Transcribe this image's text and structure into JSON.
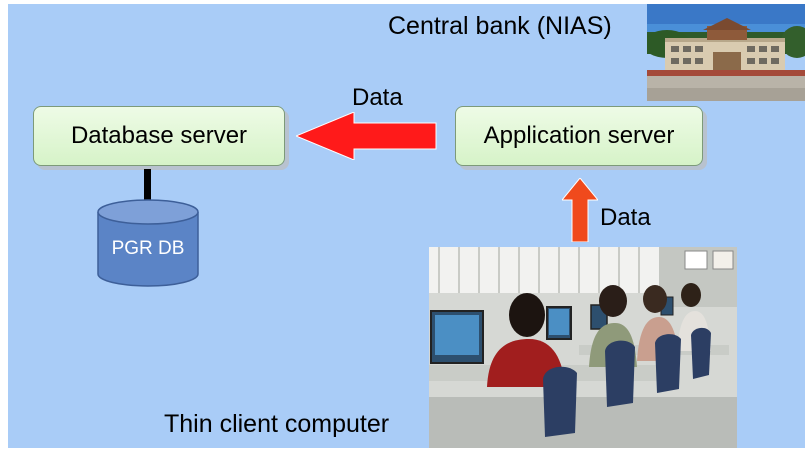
{
  "central_bank_label": "Central bank (NIAS)",
  "database_server_label": "Database server",
  "application_server_label": "Application server",
  "data_label_horizontal": "Data",
  "data_label_vertical": "Data",
  "pgr_db_label": "PGR DB",
  "thin_client_label": "Thin client computer",
  "colors": {
    "background": "#a9ccf7",
    "box_fill": "#d6f3c8",
    "arrow_red": "#ff1a1a",
    "arrow_orange": "#f04a1c",
    "cylinder": "#5b84c6"
  }
}
